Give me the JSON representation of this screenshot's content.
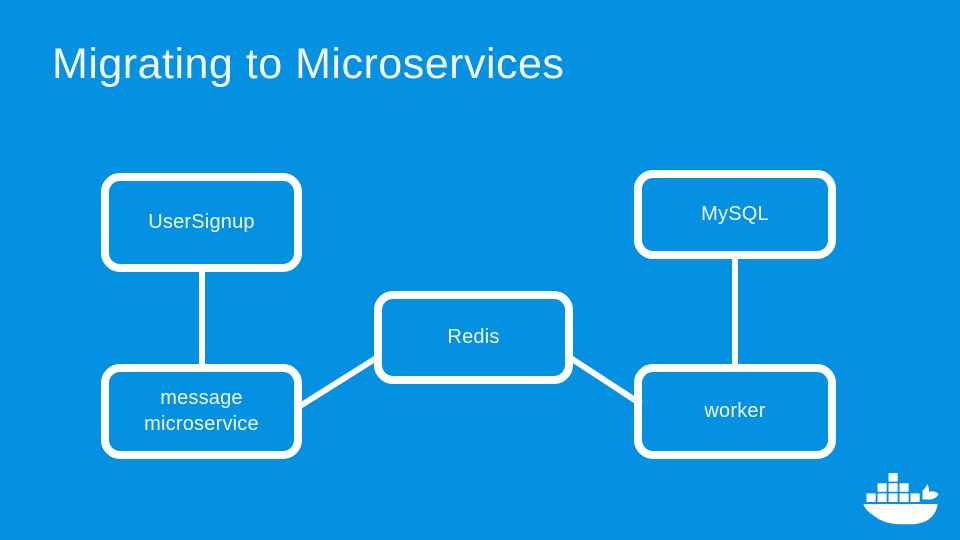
{
  "slide": {
    "title": "Migrating to Microservices",
    "background_color": "#0491e2",
    "stroke_color": "#ffffff",
    "text_color": "#f1f6fa"
  },
  "diagram": {
    "nodes": [
      {
        "id": "usersignup",
        "label": "UserSignup"
      },
      {
        "id": "message",
        "label": "message\nmicroservice"
      },
      {
        "id": "redis",
        "label": "Redis"
      },
      {
        "id": "mysql",
        "label": "MySQL"
      },
      {
        "id": "worker",
        "label": "worker"
      }
    ],
    "edges": [
      {
        "from": "usersignup",
        "to": "message",
        "style": "vertical"
      },
      {
        "from": "message",
        "to": "redis",
        "style": "diagonal"
      },
      {
        "from": "redis",
        "to": "worker",
        "style": "diagonal"
      },
      {
        "from": "mysql",
        "to": "worker",
        "style": "vertical"
      }
    ]
  },
  "branding": {
    "logo": "docker-whale-logo"
  }
}
